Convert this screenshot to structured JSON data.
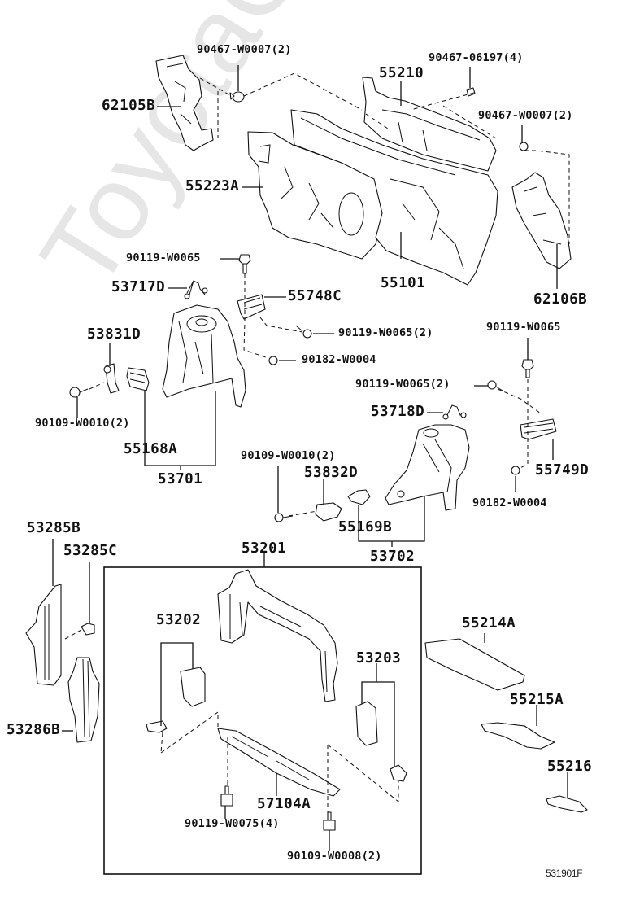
{
  "diagram": {
    "watermark": "ToyotaCarMix.ru",
    "figure_number": "531901F",
    "labels": {
      "p90467_w0007_left": "90467-W0007(2)",
      "p62105b": "62105B",
      "p55210": "55210",
      "p90467_06197": "90467-06197(4)",
      "p90467_w0007_right": "90467-W0007(2)",
      "p55223a": "55223A",
      "p90119_w0065_top": "90119-W0065",
      "p53717d": "53717D",
      "p55748c": "55748C",
      "p55101": "55101",
      "p62106b": "62106B",
      "p53831d": "53831D",
      "p90119_w0065_2_left": "90119-W0065(2)",
      "p90119_w0065_right": "90119-W0065",
      "p90182_w0004_left": "90182-W0004",
      "p90109_w0010_left": "90109-W0010(2)",
      "p90119_w0065_2_right": "90119-W0065(2)",
      "p53718d": "53718D",
      "p55168a": "55168A",
      "p53701": "53701",
      "p90109_w0010_right": "90109-W0010(2)",
      "p53832d": "53832D",
      "p55749d": "55749D",
      "p55169b": "55169B",
      "p90182_w0004_right": "90182-W0004",
      "p53702": "53702",
      "p53285b": "53285B",
      "p53285c": "53285C",
      "p53201": "53201",
      "p53202": "53202",
      "p55214a": "55214A",
      "p53203": "53203",
      "p55215a": "55215A",
      "p53286b": "53286B",
      "p55216": "55216",
      "p57104a": "57104A",
      "p90119_w0075": "90119-W0075(4)",
      "p90109_w0008": "90109-W0008(2)"
    }
  }
}
